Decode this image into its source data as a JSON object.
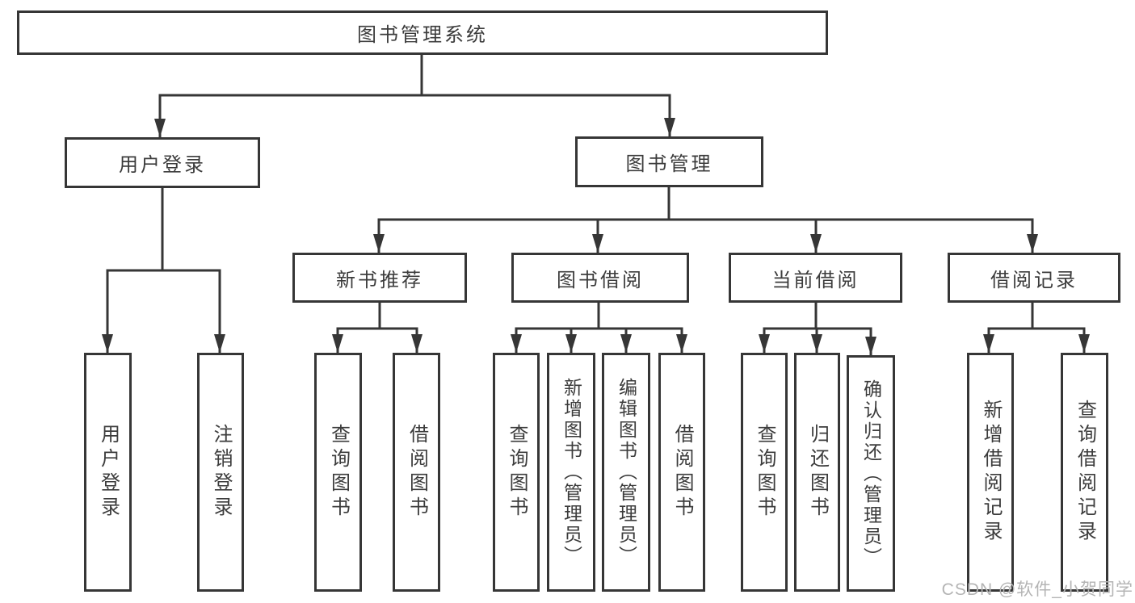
{
  "tree": {
    "root": "图书管理系统",
    "level2": [
      "用户登录",
      "图书管理"
    ],
    "level3": [
      "新书推荐",
      "图书借阅",
      "当前借阅",
      "借阅记录"
    ],
    "leaves": {
      "user_login": [
        "用户登录",
        "注销登录"
      ],
      "new_book_recommend": [
        "查询图书",
        "借阅图书"
      ],
      "book_borrow": [
        "查询图书",
        "新增图书（管理员）",
        "编辑图书（管理员）",
        "借阅图书"
      ],
      "current_borrow": [
        "查询图书",
        "归还图书",
        "确认归还（管理员）"
      ],
      "borrow_records": [
        "新增借阅记录",
        "查询借阅记录"
      ]
    }
  },
  "watermark": {
    "text": "CSDN @软件_小贺同学"
  },
  "colors": {
    "line": "#363636",
    "text": "#3c3c3c",
    "background": "#ffffff",
    "watermark": "#b4b4b4"
  }
}
